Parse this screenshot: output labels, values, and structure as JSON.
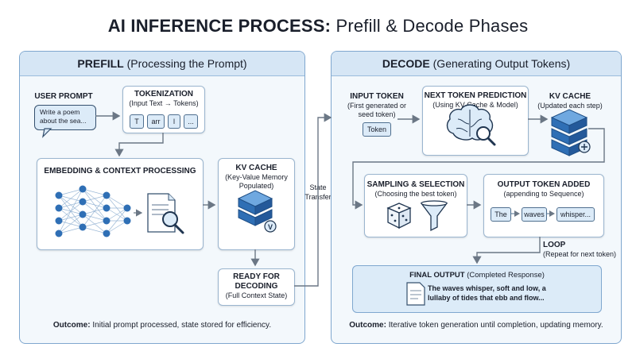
{
  "title": {
    "bold": "AI INFERENCE PROCESS:",
    "normal": " Prefill & Decode Phases"
  },
  "prefill": {
    "header_bold": "PREFILL",
    "header_normal": " (Processing the Prompt)",
    "user_prompt": {
      "label": "USER PROMPT",
      "text": "Write a poem about the sea..."
    },
    "tokenization": {
      "label": "TOKENIZATION",
      "sub": "(Input Text → Tokens)",
      "tokens": [
        "T",
        "arr",
        "l",
        "..."
      ]
    },
    "embedding": {
      "label": "EMBEDDING & CONTEXT PROCESSING"
    },
    "kv_cache": {
      "label": "KV CACHE",
      "sub": "(Key-Value Memory Populated)"
    },
    "ready": {
      "label": "READY FOR DECODING",
      "sub": "(Full Context State)"
    },
    "outcome_bold": "Outcome:",
    "outcome_text": " Initial prompt processed, state stored for efficiency."
  },
  "transfer": {
    "label": "State Transfer"
  },
  "decode": {
    "header_bold": "DECODE",
    "header_normal": " (Generating Output Tokens)",
    "input_token": {
      "label": "INPUT TOKEN",
      "sub": "(First generated or seed token)",
      "token": "Token"
    },
    "next_token": {
      "label": "NEXT TOKEN PREDICTION",
      "sub": "(Using KV Cache & Model)"
    },
    "kv_cache": {
      "label": "KV CACHE",
      "sub": "(Updated each step)"
    },
    "sampling": {
      "label": "SAMPLING & SELECTION",
      "sub": "(Choosing the best token)"
    },
    "output_token": {
      "label": "OUTPUT TOKEN ADDED",
      "sub": "(appending to Sequence)",
      "tokens": [
        "The",
        "waves",
        "whisper..."
      ]
    },
    "loop": {
      "label": "LOOP",
      "sub": "(Repeat for next token)"
    },
    "final_output": {
      "label_bold": "FINAL OUTPUT",
      "label_normal": " (Completed Response)",
      "text": "The waves whisper, soft and low, a lullaby of tides that ebb and flow..."
    },
    "outcome_bold": "Outcome:",
    "outcome_text": " Iterative token generation until completion, updating memory."
  },
  "colors": {
    "panel_border": "#7fa7cf",
    "header_fill": "#d6e6f5",
    "node_blue": "#2f6fb5",
    "arrow": "#6b7785"
  }
}
